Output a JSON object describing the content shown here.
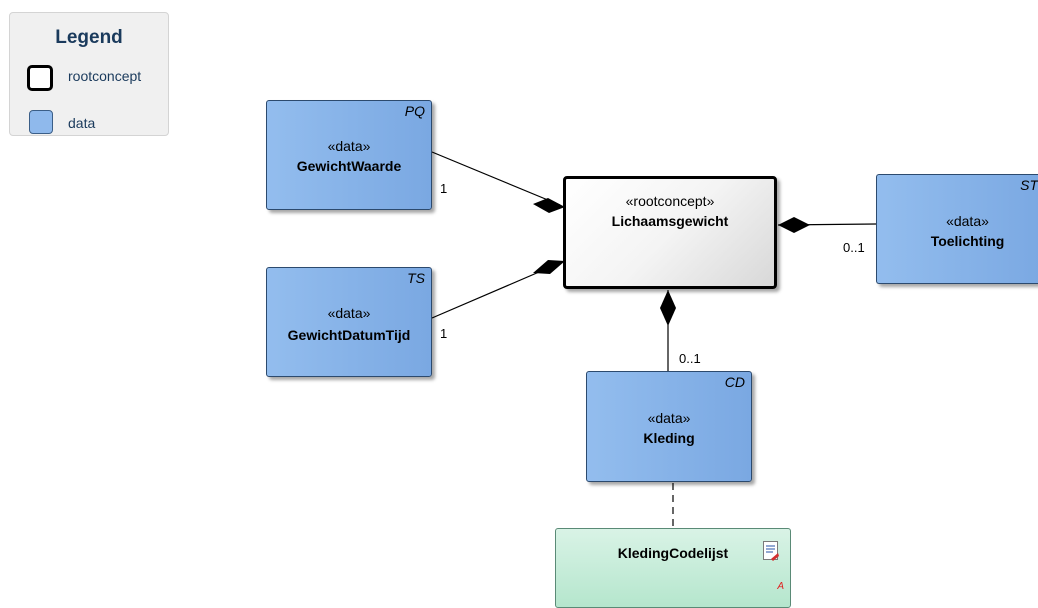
{
  "legend": {
    "title": "Legend",
    "items": [
      {
        "label": "rootconcept",
        "icon": "rootconcept-swatch"
      },
      {
        "label": "data",
        "icon": "data-swatch"
      }
    ]
  },
  "nodes": {
    "gewichtwaarde": {
      "type_tag": "PQ",
      "stereotype": "«data»",
      "name": "GewichtWaarde"
    },
    "gewichtdatumtijd": {
      "type_tag": "TS",
      "stereotype": "«data»",
      "name": "GewichtDatumTijd"
    },
    "lichaamsgewicht": {
      "stereotype": "«rootconcept»",
      "name": "Lichaamsgewicht"
    },
    "toelichting": {
      "type_tag": "ST",
      "stereotype": "«data»",
      "name": "Toelichting"
    },
    "kleding": {
      "type_tag": "CD",
      "stereotype": "«data»",
      "name": "Kleding"
    },
    "kledingcodelijst": {
      "name": "KledingCodelijst",
      "marker": "A"
    }
  },
  "multiplicities": {
    "gewichtwaarde": "1",
    "gewichtdatumtijd": "1",
    "toelichting": "0..1",
    "kleding": "0..1"
  },
  "colors": {
    "data_fill": "#8fb9ec",
    "root_border": "#000000",
    "codelist_fill": "#c6eedb",
    "legend_bg": "#f0f0f0",
    "legend_text": "#1a3a5c"
  }
}
